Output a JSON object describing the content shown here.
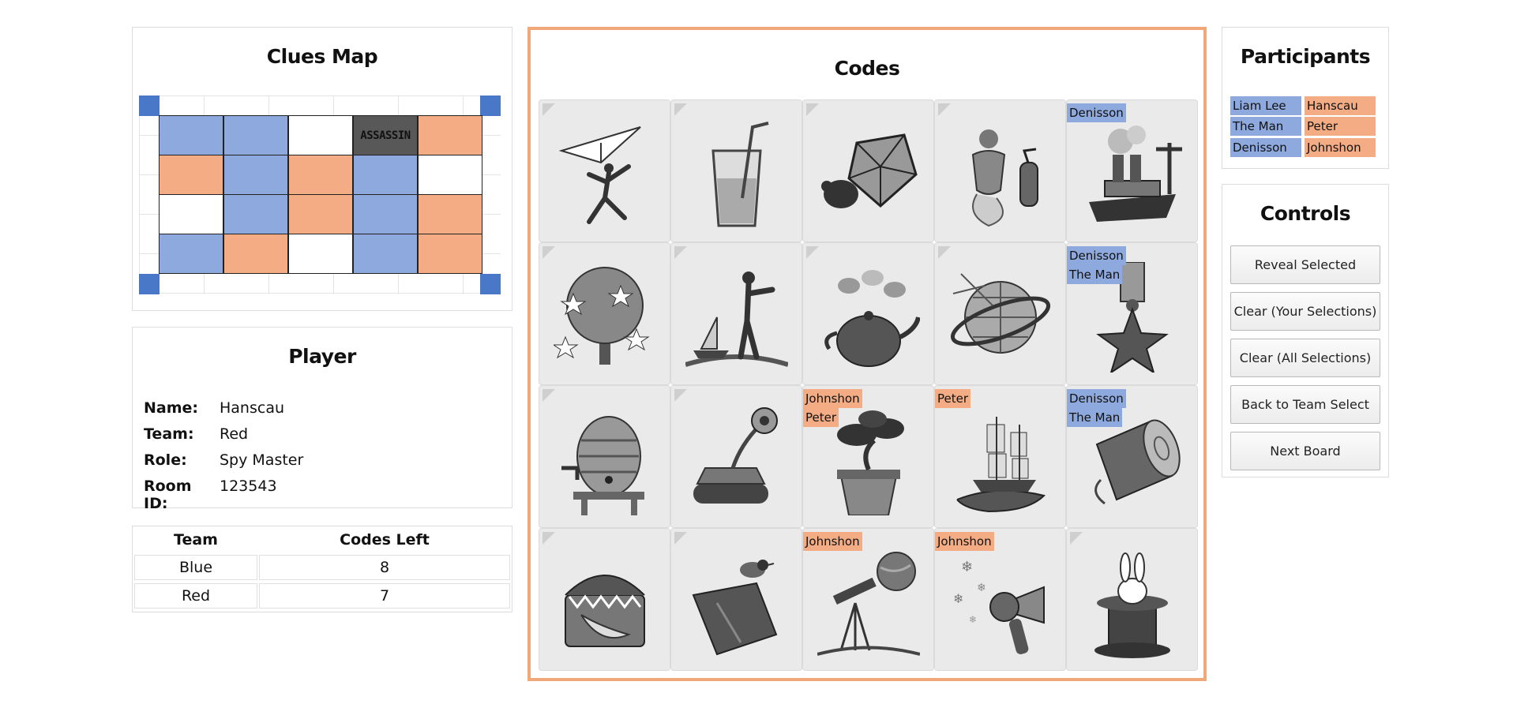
{
  "colors": {
    "blue": "#8ea9dd",
    "red": "#f3ac84",
    "white": "#ffffff",
    "assassin": "#585858",
    "codes_border": "#f0a878",
    "corner": "#4a78c8"
  },
  "clues_map": {
    "title": "Clues Map",
    "assassin_label": "ASSASSIN",
    "rows": [
      [
        "blue",
        "blue",
        "white",
        "assassin",
        "red"
      ],
      [
        "red",
        "blue",
        "red",
        "blue",
        "white"
      ],
      [
        "white",
        "blue",
        "red",
        "blue",
        "red"
      ],
      [
        "blue",
        "red",
        "white",
        "blue",
        "red"
      ]
    ]
  },
  "player": {
    "title": "Player",
    "fields": [
      {
        "label": "Name:",
        "value": "Hanscau"
      },
      {
        "label": "Team:",
        "value": "Red"
      },
      {
        "label": "Role:",
        "value": "Spy Master"
      },
      {
        "label": "Room ID:",
        "value": "123543"
      }
    ]
  },
  "score_table": {
    "headers": [
      "Team",
      "Codes Left"
    ],
    "rows": [
      [
        "Blue",
        "8"
      ],
      [
        "Red",
        "7"
      ]
    ]
  },
  "codes": {
    "title": "Codes",
    "cards": [
      {
        "icon": "paper-plane-runner-icon",
        "tags": []
      },
      {
        "icon": "drink-glass-straw-icon",
        "tags": []
      },
      {
        "icon": "diamond-beetle-icon",
        "tags": []
      },
      {
        "icon": "genie-extinguisher-icon",
        "tags": []
      },
      {
        "icon": "steamship-statue-icon",
        "tags": [
          {
            "name": "Denisson",
            "team": "blue"
          }
        ]
      },
      {
        "icon": "star-tree-icon",
        "tags": []
      },
      {
        "icon": "hitchhiker-sailboat-icon",
        "tags": []
      },
      {
        "icon": "teapot-butterflies-icon",
        "tags": []
      },
      {
        "icon": "disco-planet-icon",
        "tags": []
      },
      {
        "icon": "starfish-medal-icon",
        "tags": [
          {
            "name": "Denisson",
            "team": "blue"
          },
          {
            "name": "The Man",
            "team": "blue"
          }
        ]
      },
      {
        "icon": "beehive-tap-icon",
        "tags": []
      },
      {
        "icon": "tank-flower-icon",
        "tags": []
      },
      {
        "icon": "bonsai-pot-icon",
        "tags": [
          {
            "name": "Johnshon",
            "team": "red"
          },
          {
            "name": "Peter",
            "team": "red"
          }
        ]
      },
      {
        "icon": "ship-whale-icon",
        "tags": [
          {
            "name": "Peter",
            "team": "red"
          }
        ]
      },
      {
        "icon": "log-icon",
        "tags": [
          {
            "name": "Denisson",
            "team": "blue"
          },
          {
            "name": "The Man",
            "team": "blue"
          }
        ]
      },
      {
        "icon": "mimic-chest-icon",
        "tags": []
      },
      {
        "icon": "bird-jacket-icon",
        "tags": []
      },
      {
        "icon": "telescope-globe-icon",
        "tags": [
          {
            "name": "Johnshon",
            "team": "red"
          }
        ]
      },
      {
        "icon": "hairdryer-snow-icon",
        "tags": [
          {
            "name": "Johnshon",
            "team": "red"
          }
        ]
      },
      {
        "icon": "rabbit-hat-icon",
        "tags": []
      }
    ]
  },
  "participants": {
    "title": "Participants",
    "blue": [
      "Liam Lee",
      "The Man",
      "Denisson"
    ],
    "red": [
      "Hanscau",
      "Peter",
      "Johnshon"
    ]
  },
  "controls": {
    "title": "Controls",
    "buttons": [
      "Reveal Selected",
      "Clear (Your Selections)",
      "Clear (All Selections)",
      "Back to Team Select",
      "Next Board"
    ]
  }
}
